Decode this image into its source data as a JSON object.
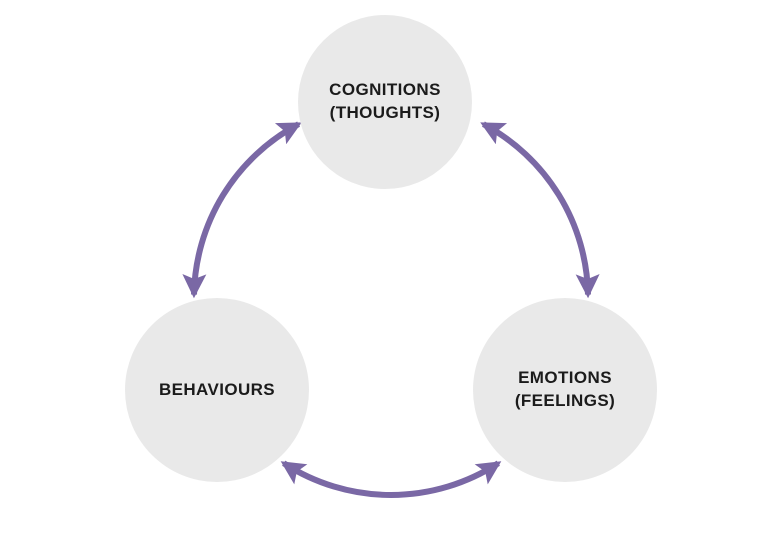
{
  "diagram": {
    "type": "cycle",
    "description": "CBT cycle diagram with three nodes connected by bidirectional curved arrows",
    "nodes": [
      {
        "id": "cognitions",
        "label_line1": "COGNITIONS",
        "label_line2": "(THOUGHTS)"
      },
      {
        "id": "behaviours",
        "label_line1": "BEHAVIOURS",
        "label_line2": ""
      },
      {
        "id": "emotions",
        "label_line1": "EMOTIONS",
        "label_line2": "(FEELINGS)"
      }
    ],
    "connections": [
      {
        "from": "cognitions",
        "to": "behaviours",
        "bidirectional": true
      },
      {
        "from": "cognitions",
        "to": "emotions",
        "bidirectional": true
      },
      {
        "from": "behaviours",
        "to": "emotions",
        "bidirectional": true
      }
    ],
    "colors": {
      "node_fill": "#e9e9e9",
      "arrow": "#7a68a5",
      "text": "#1b1b1b",
      "background": "#ffffff"
    }
  }
}
